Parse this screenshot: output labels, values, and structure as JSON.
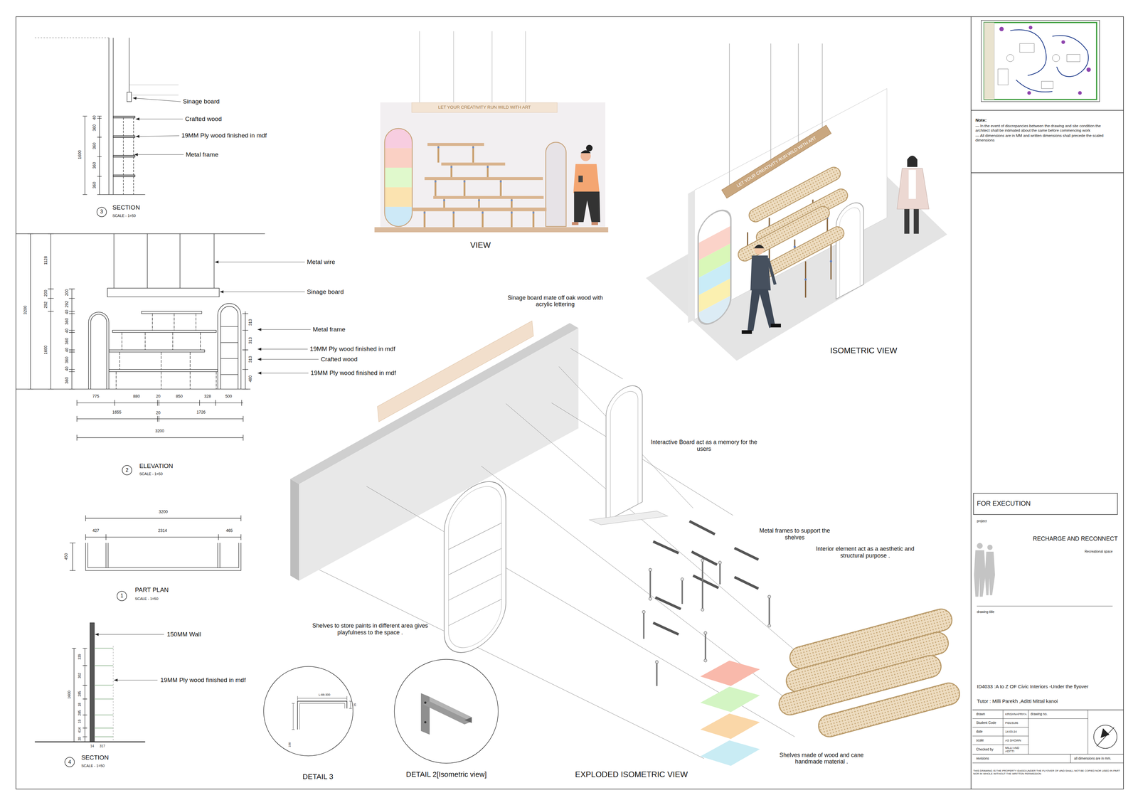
{
  "diagram": {
    "nodes": [
      {
        "text": [
          "3",
          "SECTION",
          "SCALE - 1=50"
        ]
      },
      {
        "text": [
          "2",
          "ELEVATION",
          "SCALE - 1=50"
        ]
      },
      {
        "text": [
          "1",
          "PART PLAN",
          "SCALE - 1=50"
        ]
      },
      {
        "text": [
          "4",
          "SECTION",
          "SCALE - 1=50"
        ]
      },
      {
        "text": [
          "LET YOUR CREATIVITY RUN WILD WITH ART"
        ]
      },
      {
        "text": [
          "LET YOUR CREATIVITY RUN WILD WITH ART"
        ]
      },
      {
        "text": [
          "DETAIL 3",
          "L-88-300",
          "25",
          "150"
        ]
      },
      {
        "text": [
          "DETAIL 2[Isometric view]"
        ]
      },
      {
        "text": [
          "Note:",
          "— In the event of discrepancies between the drawing and site condition the architect shall be intimated about the same before commencing work",
          "— All dimensions are in MM and written dimensions shall precede the scaled dimensions"
        ]
      },
      {
        "text": [
          "FOR EXECUTION"
        ]
      }
    ],
    "labels": [
      "Sinage board",
      "Crafted wood",
      "19MM Ply wood finished in mdf",
      "Metal frame",
      "1600",
      "40",
      "360",
      "360",
      "360",
      "360",
      "Metal wire",
      "Sinage board",
      "Metal frame",
      "19MM Ply wood finished in mdf",
      "Crafted wood",
      "19MM Ply wood finished in mdf",
      "3200",
      "1128",
      "200",
      "292",
      "1600",
      "200",
      "292",
      "40",
      "360",
      "40",
      "360",
      "40",
      "360",
      "40",
      "360",
      "313",
      "313",
      "313",
      "480",
      "775",
      "880",
      "20",
      "850",
      "328",
      "500",
      "1655",
      "20",
      "1726",
      "3200",
      "3200",
      "427",
      "2314",
      "465",
      "450",
      "150MM Wall",
      "19MM Ply wood finished in mdf",
      "1600",
      "339",
      "302",
      "285",
      "18",
      "285",
      "19",
      "414",
      "20",
      "14",
      "317",
      "VIEW",
      "ISOMETRIC VIEW",
      "Sinage board mate off oak wood with acrylic lettering",
      "Interactive Board act as a memory for the users",
      "Metal frames to support the shelves",
      "Interior element act as a aesthetic and structural purpose .",
      "Shelves to store paints in different area gives playfulness to the space .",
      "Shelves made of wood and cane handmade material .",
      "EXPLODED ISOMETRIC VIEW",
      "project",
      "RECHARGE AND RECONNECT",
      "Recreational space",
      "drawing title",
      "ID4033 :A to Z OF Civic Interiors -Under the flyover",
      "Tutor : Milli Parekh ,Aditti Mittal kanoi",
      "drawn",
      "KRISHNAPRIYA",
      "drawing no.",
      "Student Code",
      "PID23186",
      "date",
      "14-03-24",
      "scale",
      "AS SHOWN",
      "Checked by",
      "MILLI AND ADITTI",
      "revisions",
      "all dimensions are in mm.",
      "THIS DRAWING IS THE PROPERTY ID4033 UNDER THE FLYOVER OF AND SHALL NOT BE COPIED NOR USED IN PART NOR IN WHOLE WITHOUT THE WRITTEN PERMISSION"
    ]
  }
}
